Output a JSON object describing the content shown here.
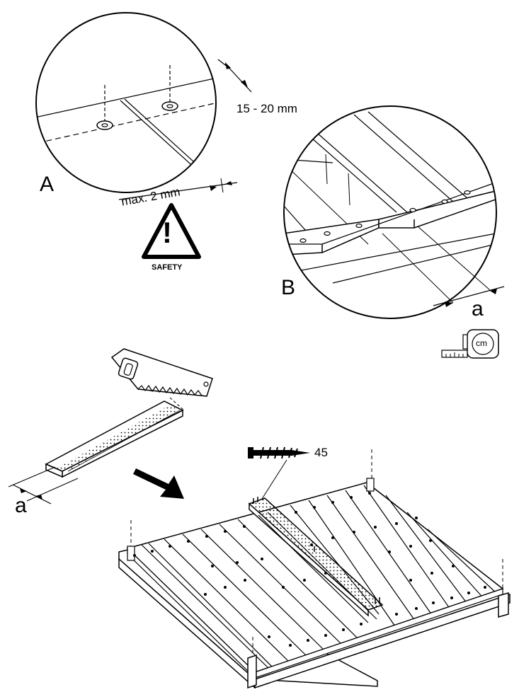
{
  "detail_a": {
    "label": "A",
    "gap_dimension": "15 - 20 mm",
    "max_gap": "max. 2 mm"
  },
  "safety": {
    "symbol": "!",
    "label": "SAFETY"
  },
  "detail_b": {
    "label": "B",
    "dimension": "a"
  },
  "tape_measure": {
    "unit": "cm"
  },
  "cut_board": {
    "dimension": "a"
  },
  "screw": {
    "size": "45"
  }
}
